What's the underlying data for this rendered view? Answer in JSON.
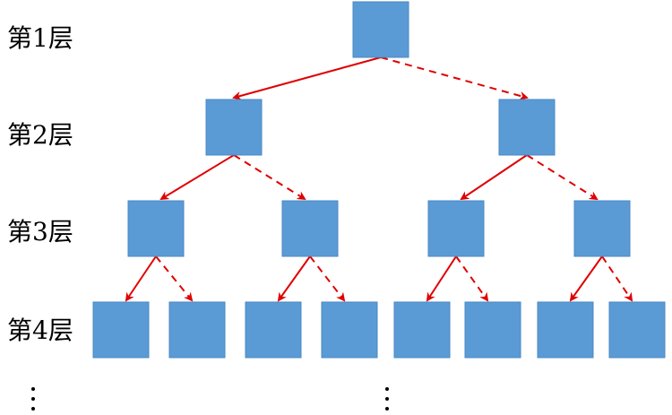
{
  "diagram": {
    "levels": [
      {
        "label": "第1层"
      },
      {
        "label": "第2层"
      },
      {
        "label": "第3层"
      },
      {
        "label": "第4层"
      }
    ],
    "colors": {
      "node": "#5b9bd5",
      "edge": "#e00000",
      "text": "#000000"
    },
    "edge_styles": {
      "left_child": "solid",
      "right_child": "dashed"
    },
    "continuation": "⋮"
  }
}
